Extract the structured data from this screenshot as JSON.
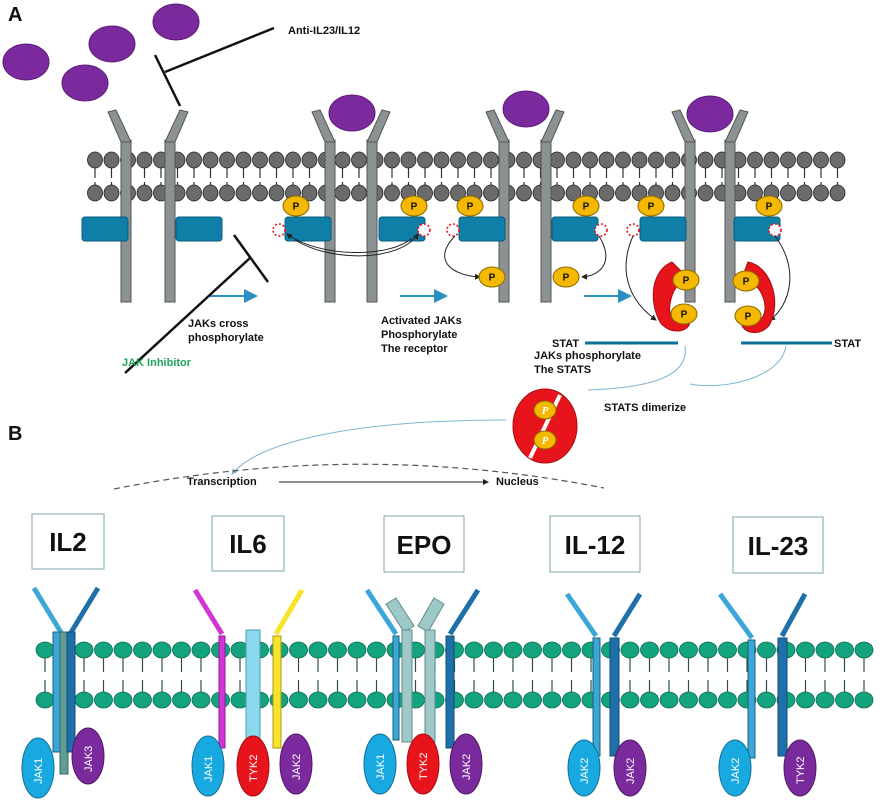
{
  "panel_a": {
    "label": "A",
    "anti_il23_il12": "Anti-IL23/IL12",
    "jaks_cross_line1": "JAKs cross",
    "jaks_cross_line2": "phosphorylate",
    "jak_inhibitor": "JAK Inhibitor",
    "activated_line1": "Activated JAKs",
    "activated_line2": "Phosphorylate",
    "activated_line3": "The receptor",
    "stat_left": "STAT",
    "stat_right": "STAT",
    "jaks_stats_line1": "JAKs phosphorylate",
    "jaks_stats_line2": "The STATS",
    "stats_dimerize": "STATS dimerize",
    "transcription": "Transcription",
    "nucleus": "Nucleus",
    "phospho_symbol": "P"
  },
  "panel_b": {
    "label": "B",
    "cytokines": [
      {
        "name": "IL2",
        "jaks": [
          "JAK1",
          "JAK3"
        ]
      },
      {
        "name": "IL6",
        "jaks": [
          "JAK1",
          "TYK2",
          "JAK2"
        ]
      },
      {
        "name": "EPO",
        "jaks": [
          "JAK1",
          "TYK2",
          "JAK2"
        ]
      },
      {
        "name": "IL-12",
        "jaks": [
          "JAK2",
          "JAK2"
        ]
      },
      {
        "name": "IL-23",
        "jaks": [
          "JAK2",
          "TYK2"
        ]
      }
    ]
  },
  "colors": {
    "ligand": "#7b2a9e",
    "membrane_a": "#6b6b6b",
    "membrane_b": "#14a37f",
    "receptor": "#8c9294",
    "jak_box": "#0f7fa8",
    "phospho": "#f5b800",
    "stat": "#e8141b",
    "jak1": "#18a9e0",
    "jak3": "#7b2a9e",
    "tyk2": "#e8141b",
    "arrow": "#2a8fc1"
  }
}
